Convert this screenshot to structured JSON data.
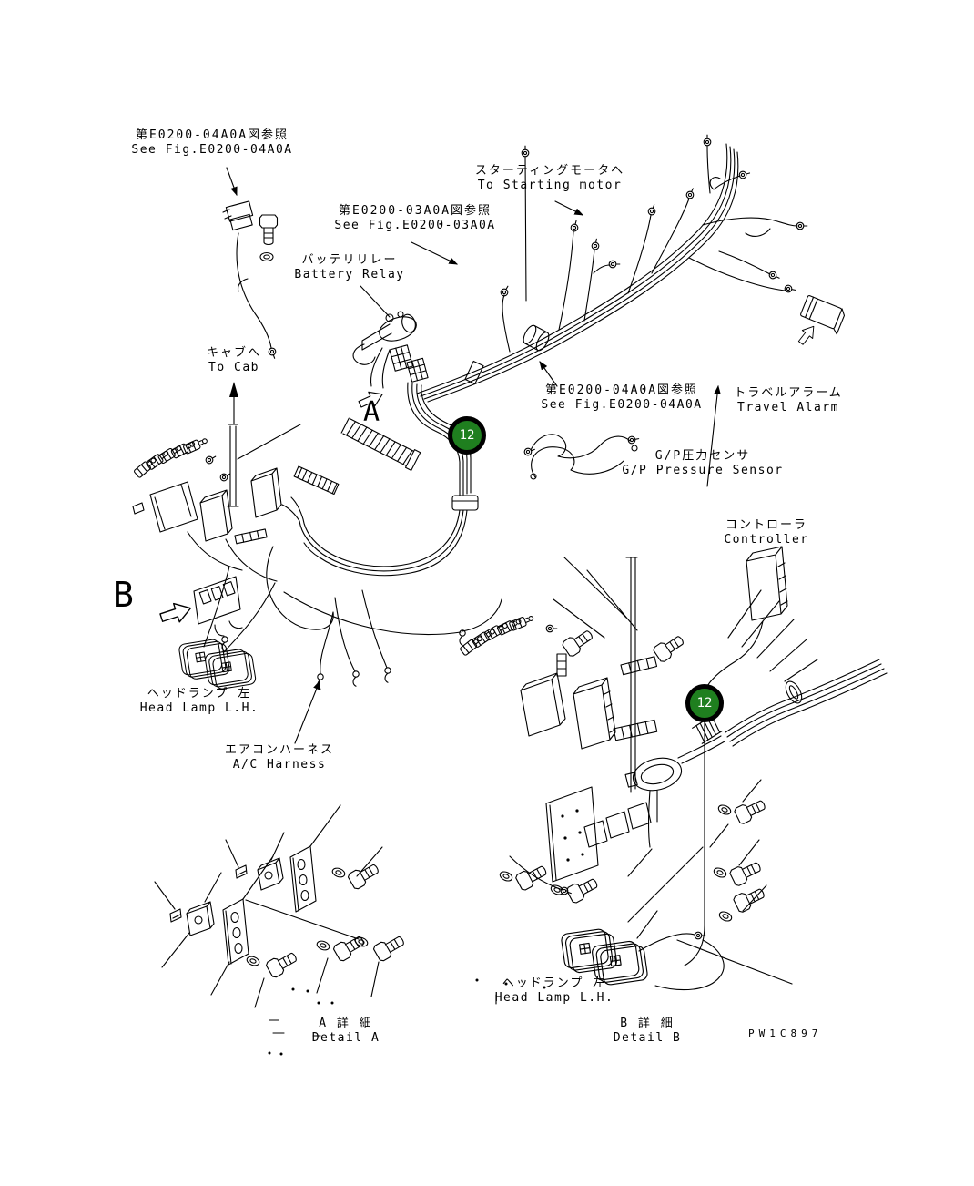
{
  "figure": {
    "drawing_code": "PW1C897",
    "callout": {
      "number": "12",
      "fill": "#1f7f1f",
      "ring": "#000000",
      "text_color": "#ffffff"
    },
    "line_color": "#000000",
    "background": "#ffffff"
  },
  "markers": {
    "detail_a_letter": "A",
    "detail_b_letter": "B"
  },
  "labels": {
    "see_fig_04a0a_top": {
      "jp": "第E0200-04A0A図参照",
      "en": "See Fig.E0200-04A0A"
    },
    "see_fig_03a0a": {
      "jp": "第E0200-03A0A図参照",
      "en": "See Fig.E0200-03A0A"
    },
    "battery_relay": {
      "jp": "バッテリリレー",
      "en": "Battery Relay"
    },
    "to_starting_motor": {
      "jp": "スターティングモータへ",
      "en": "To Starting motor"
    },
    "to_cab": {
      "jp": "キャブへ",
      "en": "To Cab"
    },
    "see_fig_04a0a_mid": {
      "jp": "第E0200-04A0A図参照",
      "en": "See Fig.E0200-04A0A"
    },
    "travel_alarm": {
      "jp": "トラベルアラーム",
      "en": "Travel Alarm"
    },
    "gp_pressure_sensor": {
      "jp": "G/P圧力センサ",
      "en": "G/P Pressure Sensor"
    },
    "controller": {
      "jp": "コントローラ",
      "en": "Controller"
    },
    "head_lamp_lh_left": {
      "jp": "ヘッドランプ 左",
      "en": "Head Lamp L.H."
    },
    "ac_harness": {
      "jp": "エアコンハーネス",
      "en": "A/C Harness"
    },
    "head_lamp_lh_bottom": {
      "jp": "ヘッドランプ 左",
      "en": "Head Lamp L.H."
    },
    "detail_a": {
      "jp": "A 詳 細",
      "en": "Detail A"
    },
    "detail_b": {
      "jp": "B 詳 細",
      "en": "Detail B"
    }
  }
}
